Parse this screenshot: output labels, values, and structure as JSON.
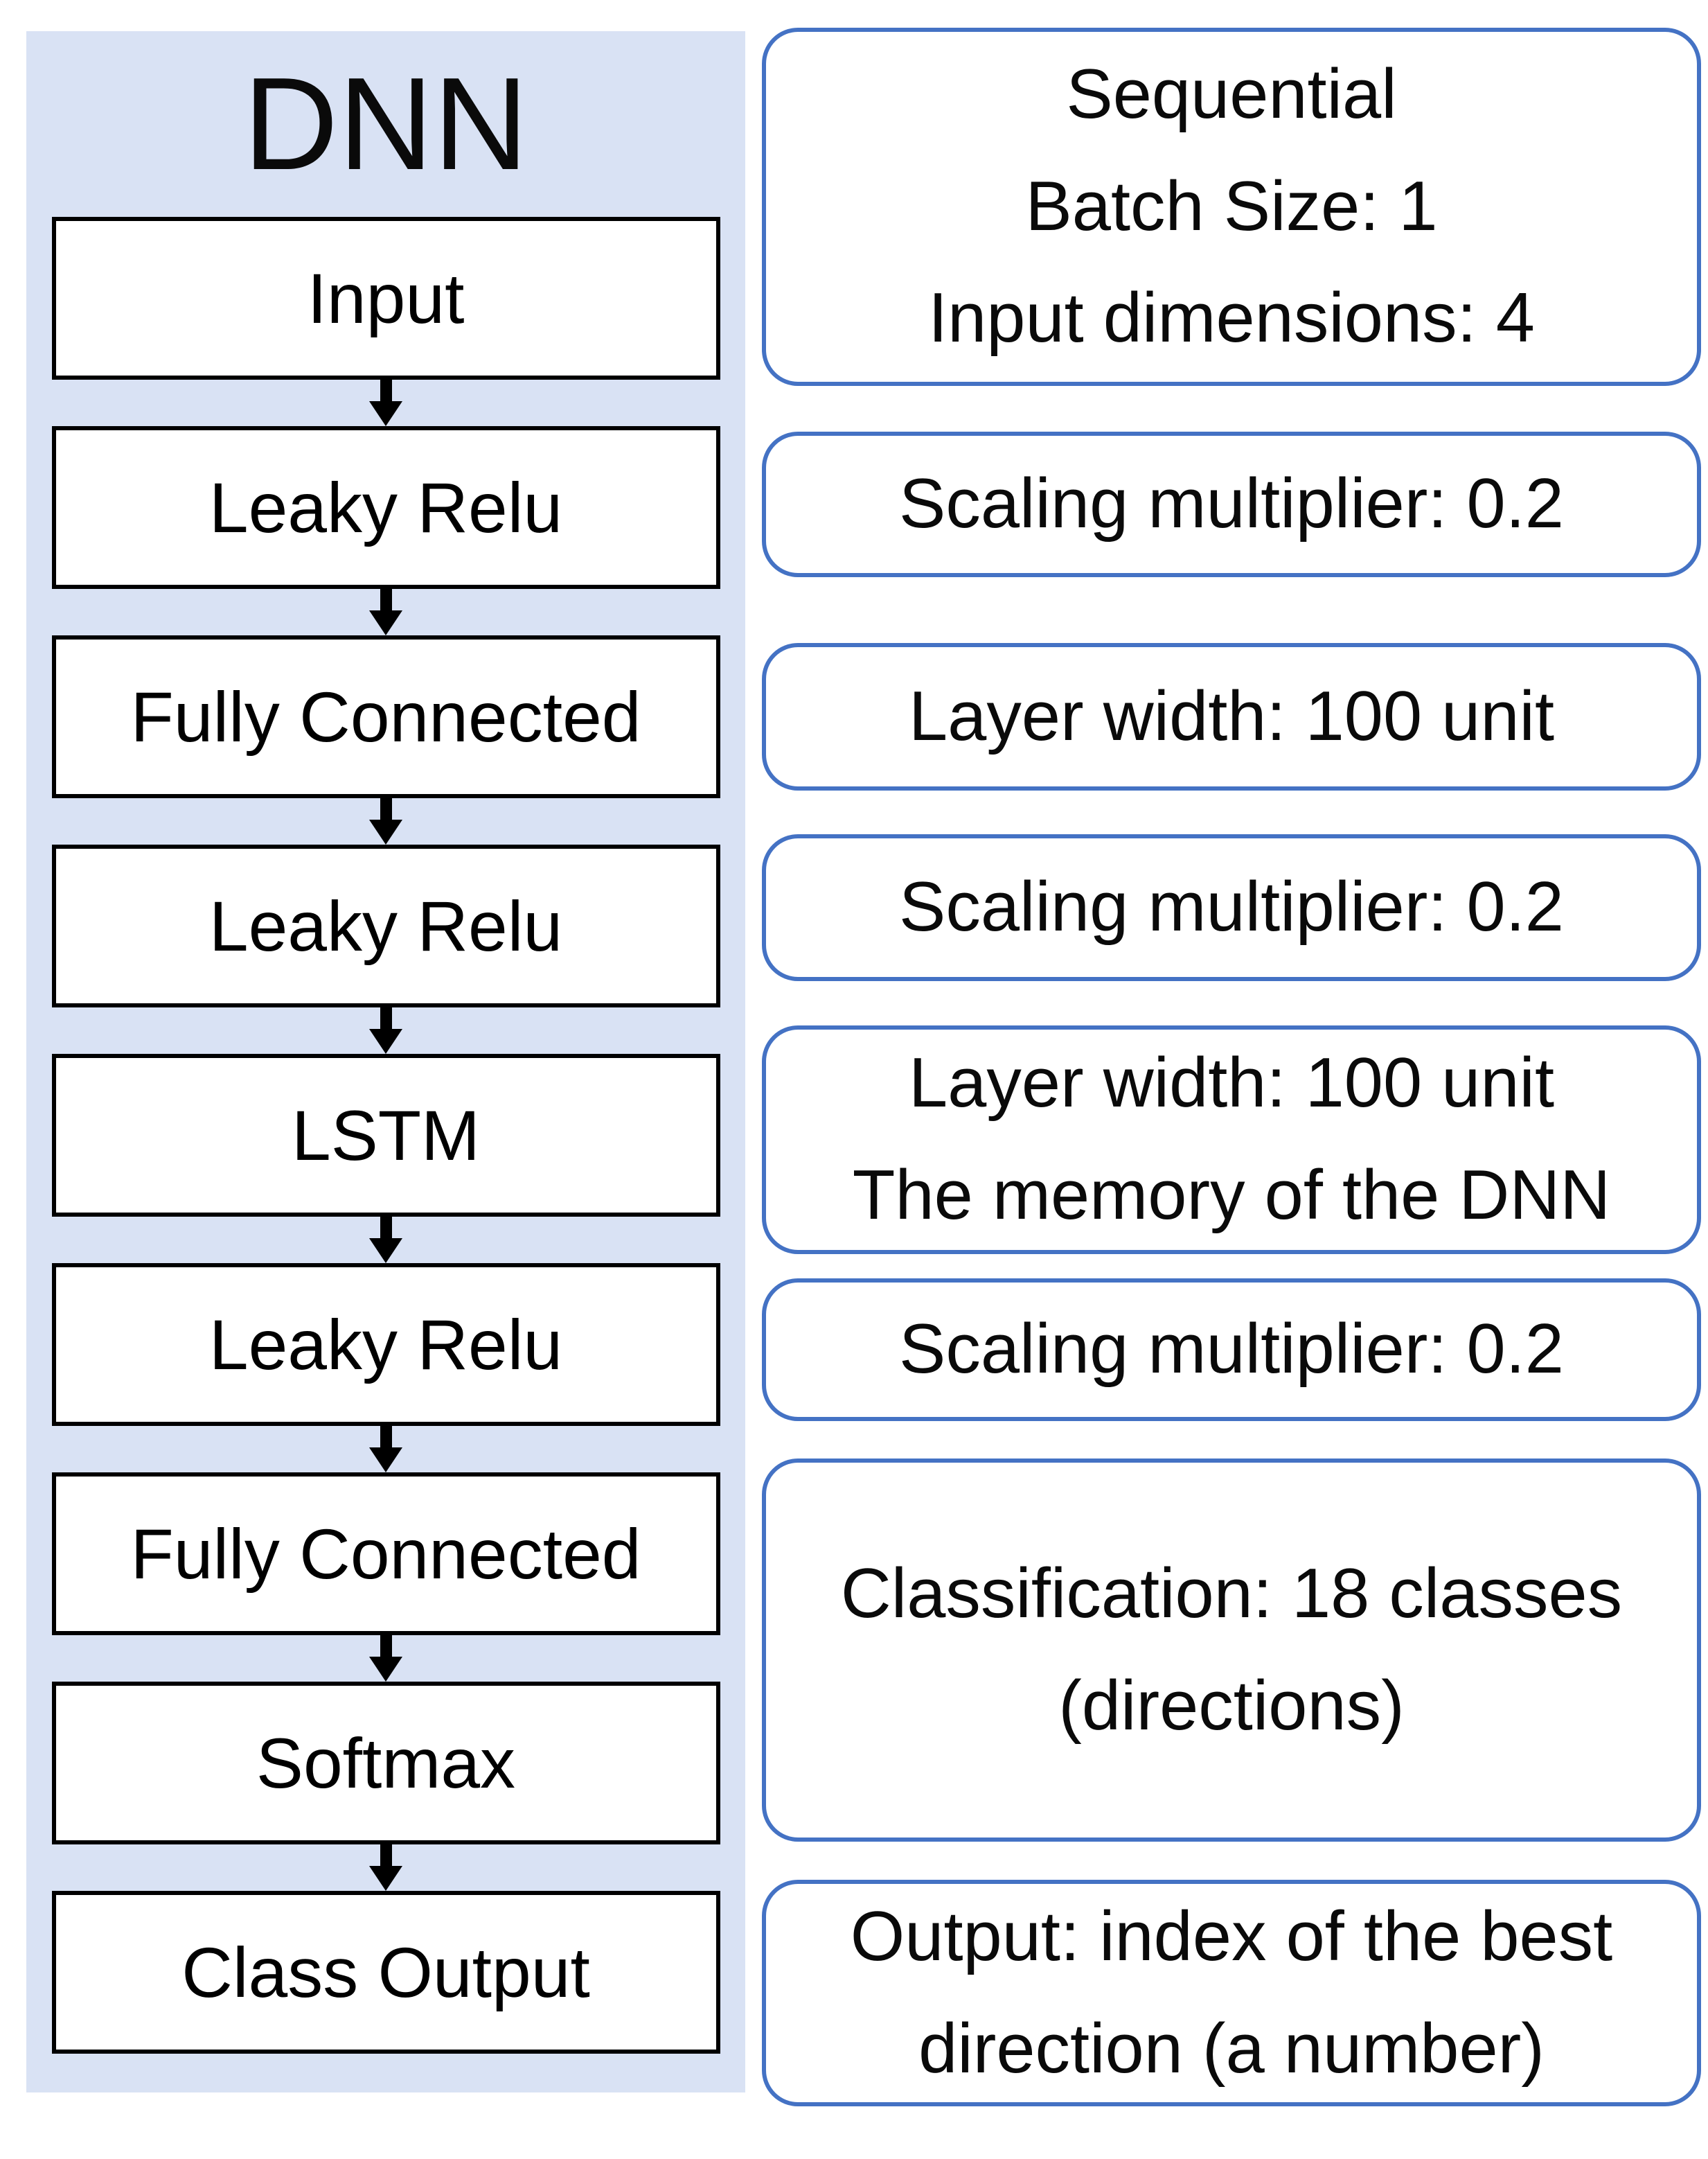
{
  "diagram": {
    "title": "DNN",
    "layers": [
      {
        "label": "Input"
      },
      {
        "label": "Leaky Relu"
      },
      {
        "label": "Fully Connected"
      },
      {
        "label": "Leaky Relu"
      },
      {
        "label": "LSTM"
      },
      {
        "label": "Leaky Relu"
      },
      {
        "label": "Fully Connected"
      },
      {
        "label": "Softmax"
      },
      {
        "label": "Class Output"
      }
    ],
    "annotations": [
      {
        "lines": [
          "Sequential",
          "Batch Size: 1",
          "Input dimensions: 4"
        ]
      },
      {
        "lines": [
          "Scaling multiplier: 0.2"
        ]
      },
      {
        "lines": [
          "Layer width: 100 unit"
        ]
      },
      {
        "lines": [
          "Scaling multiplier: 0.2"
        ]
      },
      {
        "lines": [
          "Layer width: 100 unit",
          "The memory of the DNN"
        ]
      },
      {
        "lines": [
          "Scaling multiplier: 0.2"
        ]
      },
      {
        "lines": [
          "Classification: 18 classes",
          "(directions)"
        ]
      },
      {
        "lines": [
          "Output: index of the best",
          "direction (a number)"
        ]
      }
    ],
    "colors": {
      "panel_background": "#D9E2F4",
      "layer_box_border": "#000000",
      "annotation_border": "#4472C4",
      "arrow": "#000000"
    }
  }
}
